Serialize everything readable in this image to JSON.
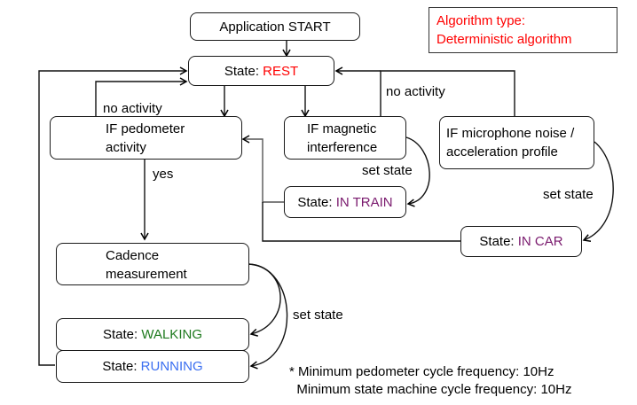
{
  "diagram": {
    "nodes": {
      "start": {
        "text": "Application START"
      },
      "rest": {
        "prefix": "State: ",
        "state": "REST",
        "color": "#ff0000"
      },
      "pedometer": {
        "line1": "IF pedometer",
        "line2": "activity"
      },
      "magnetic": {
        "line1": "IF magnetic",
        "line2": "interference"
      },
      "microphone": {
        "line1": "IF microphone noise /",
        "line2": "acceleration profile"
      },
      "in_train": {
        "prefix": "State: ",
        "state": "IN TRAIN",
        "color": "#7a1a6e"
      },
      "in_car": {
        "prefix": "State: ",
        "state": "IN CAR",
        "color": "#7a1a6e"
      },
      "cadence": {
        "line1": "Cadence",
        "line2": "measurement"
      },
      "walking": {
        "prefix": "State: ",
        "state": "WALKING",
        "color": "#1e7a1e"
      },
      "running": {
        "prefix": "State: ",
        "state": "RUNNING",
        "color": "#3a6ef0"
      }
    },
    "edge_labels": {
      "no_activity_left": "no activity",
      "no_activity_right": "no activity",
      "yes": "yes",
      "set_state_train": "set state",
      "set_state_car": "set state",
      "set_state_cadence": "set state"
    },
    "algorithm_note": {
      "line1": "Algorithm type:",
      "line2": "Deterministic algorithm",
      "color": "#ff0000"
    },
    "footnotes": {
      "line1": "* Minimum pedometer cycle frequency: 10Hz",
      "line2": "  Minimum state machine cycle frequency: 10Hz"
    }
  }
}
